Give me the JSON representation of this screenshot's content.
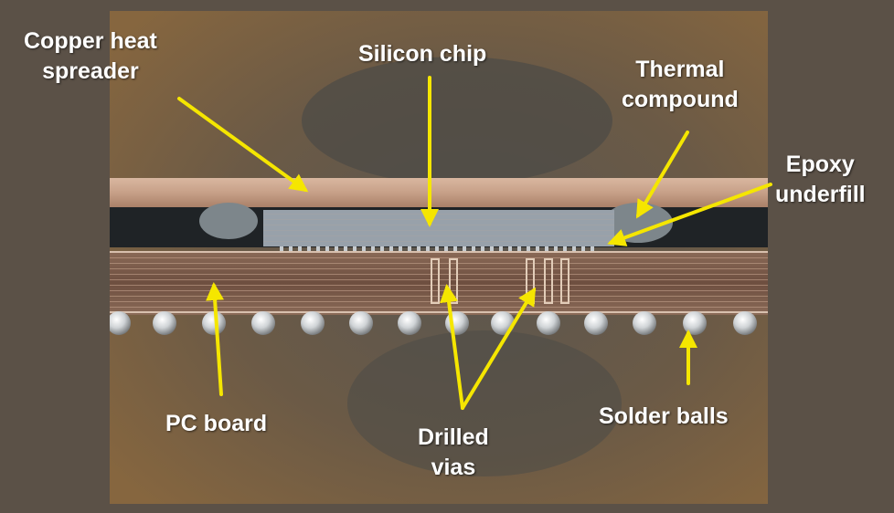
{
  "labels": {
    "copper_heat_spreader": [
      "Copper heat",
      "spreader"
    ],
    "silicon_chip": "Silicon chip",
    "thermal_compound": [
      "Thermal",
      "compound"
    ],
    "epoxy_underfill": [
      "Epoxy",
      "underfill"
    ],
    "pc_board": "PC board",
    "drilled_vias": [
      "Drilled",
      "vias"
    ],
    "solder_balls": "Solder balls"
  },
  "colors": {
    "background": "#5b5147",
    "arrow": "#f5e600",
    "label_text": "#ffffff",
    "copper": "#c9a58c",
    "silicon": "#9aa3ad",
    "board": "#7d5a48"
  }
}
